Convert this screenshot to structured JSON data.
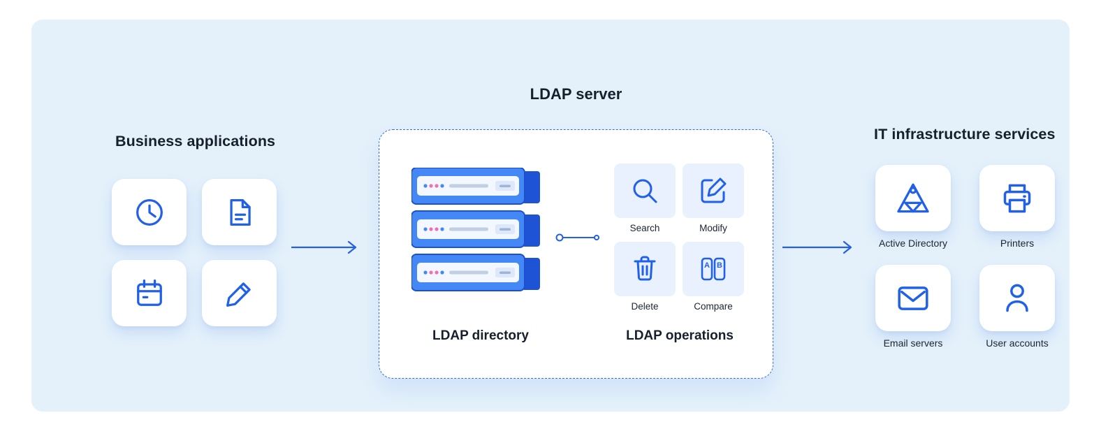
{
  "colors": {
    "accent": "#2160e8",
    "panel_bg": "#e4f1fb",
    "tile_bg": "#e8f1fd",
    "text_dark": "#16202c",
    "server_pink_dot": "#ef6eb5"
  },
  "left": {
    "title": "Business applications",
    "items": [
      {
        "icon": "clock-icon"
      },
      {
        "icon": "document-icon"
      },
      {
        "icon": "calendar-icon"
      },
      {
        "icon": "pencil-icon"
      }
    ]
  },
  "center": {
    "title": "LDAP server",
    "directory_label": "LDAP directory",
    "operations_label": "LDAP operations",
    "operations": [
      {
        "icon": "search-icon",
        "label": "Search"
      },
      {
        "icon": "modify-icon",
        "label": "Modify"
      },
      {
        "icon": "delete-icon",
        "label": "Delete"
      },
      {
        "icon": "compare-icon",
        "label": "Compare"
      }
    ]
  },
  "right": {
    "title": "IT infrastructure services",
    "items": [
      {
        "icon": "active-directory-icon",
        "label": "Active Directory"
      },
      {
        "icon": "printer-icon",
        "label": "Printers"
      },
      {
        "icon": "email-icon",
        "label": "Email servers"
      },
      {
        "icon": "user-icon",
        "label": "User accounts"
      }
    ]
  }
}
